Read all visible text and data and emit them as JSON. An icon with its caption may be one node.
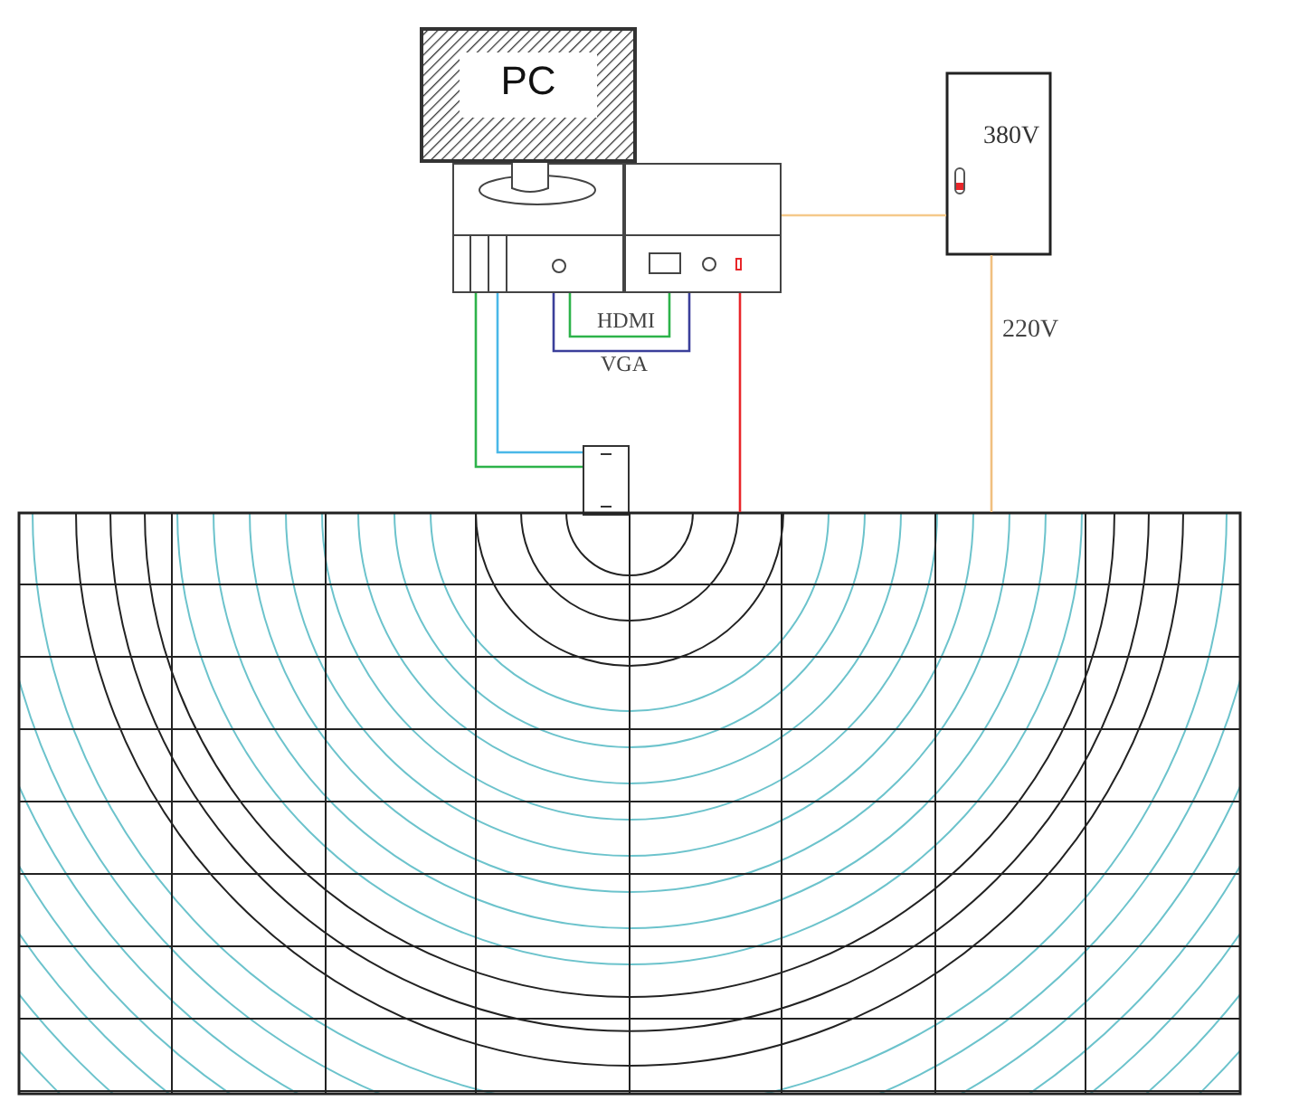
{
  "diagram": {
    "nodes": [
      {
        "text": [
          "PC"
        ]
      },
      {
        "text": [],
        "shape": "picture"
      },
      {
        "text": [],
        "shape": "picture"
      },
      {
        "text": [
          "380V"
        ]
      },
      {
        "text": [],
        "shape": "picture"
      },
      {
        "text": [],
        "shape": "picture"
      }
    ],
    "edges": [
      {
        "from": 1,
        "to": 4,
        "arrow": "none",
        "color": "#2db34a"
      },
      {
        "from": 1,
        "to": 4,
        "arrow": "none",
        "color": "#4ab8e8"
      },
      {
        "from": 1,
        "to": 2,
        "arrow": "none",
        "label": "HDMI",
        "color": "#2db34a"
      },
      {
        "from": 1,
        "to": 2,
        "arrow": "none",
        "label": "VGA",
        "color": "#3b3f9a"
      },
      {
        "from": 2,
        "to": 5,
        "arrow": "none",
        "color": "#e8262a"
      },
      {
        "from": 2,
        "to": 3,
        "arrow": "none",
        "color": "#f5c98a"
      },
      {
        "from": 3,
        "to": 5,
        "arrow": "none",
        "label": "220V",
        "color": "#f0c080"
      }
    ]
  }
}
